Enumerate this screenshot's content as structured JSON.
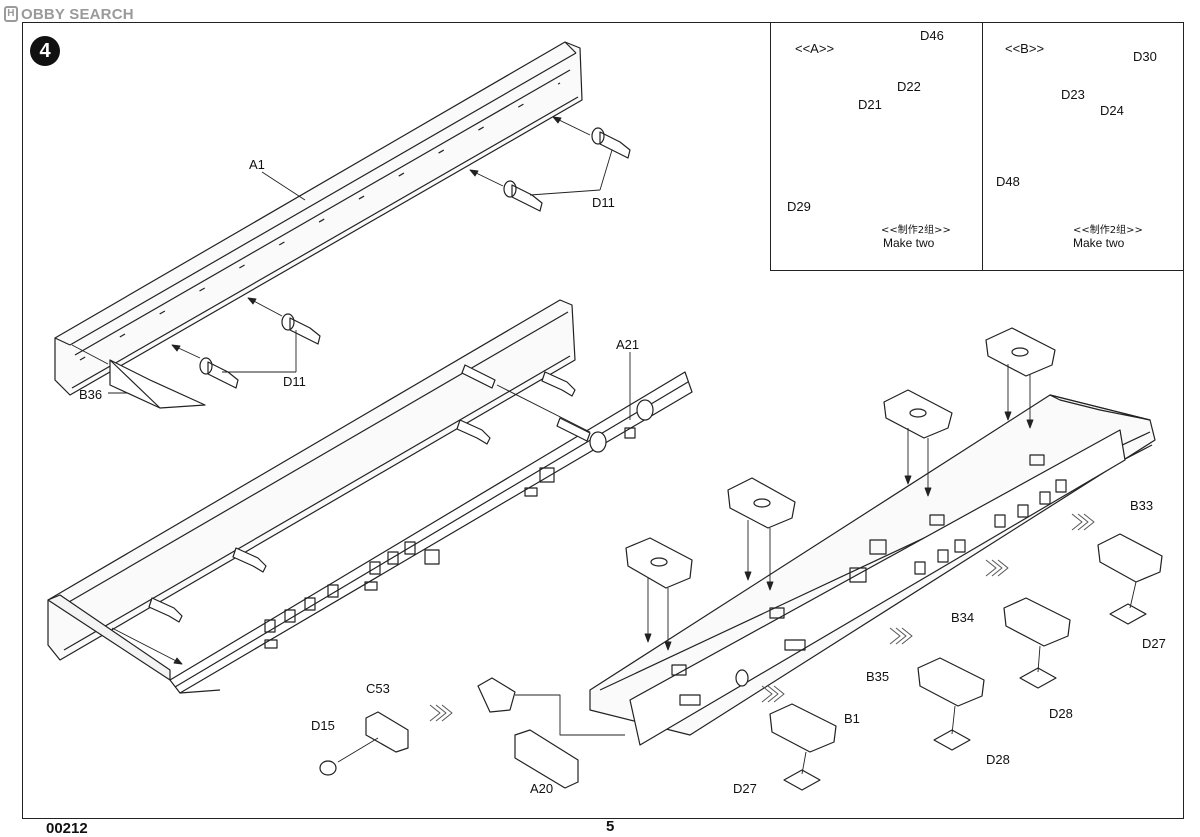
{
  "watermark": {
    "logo": "H",
    "text": "OBBY SEARCH"
  },
  "step_number": "4",
  "inset_a": {
    "title": "<<A>>",
    "note_cn": "<<制作2组>>",
    "note_en": "Make two"
  },
  "inset_b": {
    "title": "<<B>>",
    "note_cn": "<<制作2组>>",
    "note_en": "Make two"
  },
  "labels": {
    "a1": "A1",
    "d11_top": "D11",
    "d11_mid": "D11",
    "b36": "B36",
    "a21": "A21",
    "d46": "D46",
    "d21": "D21",
    "d22": "D22",
    "d29": "D29",
    "d30": "D30",
    "d23": "D23",
    "d24": "D24",
    "d48": "D48",
    "b33": "B33",
    "d27_right": "D27",
    "b34": "B34",
    "d28_right": "D28",
    "b35": "B35",
    "d28_mid": "D28",
    "b1": "B1",
    "d27_bottom": "D27",
    "c53": "C53",
    "d15": "D15",
    "a20": "A20"
  },
  "footer": {
    "code": "00212",
    "page": "5"
  }
}
